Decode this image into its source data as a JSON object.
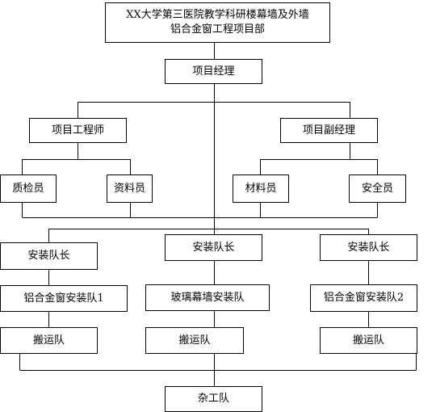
{
  "org_chart": {
    "root": {
      "line1": "XX大学第三医院教学科研楼幕墙及外墙",
      "line2": "铝合金窗工程项目部"
    },
    "project_manager": "项目经理",
    "project_engineer": "项目工程师",
    "deputy_manager": "项目副经理",
    "quality_inspector": "质检员",
    "documentation_clerk": "资料员",
    "materials_clerk": "材料员",
    "safety_officer": "安全员",
    "install_leader_left": "安装队长",
    "install_leader_middle": "安装队长",
    "install_leader_right": "安装队长",
    "aluminum_team_1": "铝合金窗安装队1",
    "glass_curtain_team": "玻璃幕墙安装队",
    "aluminum_team_2": "铝合金窗安装队2",
    "transport_left": "搬运队",
    "transport_middle": "搬运队",
    "transport_right": "搬运队",
    "general_labor": "杂工队"
  },
  "colors": {
    "line": "#000000",
    "box_border": "#000000",
    "background": "#ffffff"
  }
}
